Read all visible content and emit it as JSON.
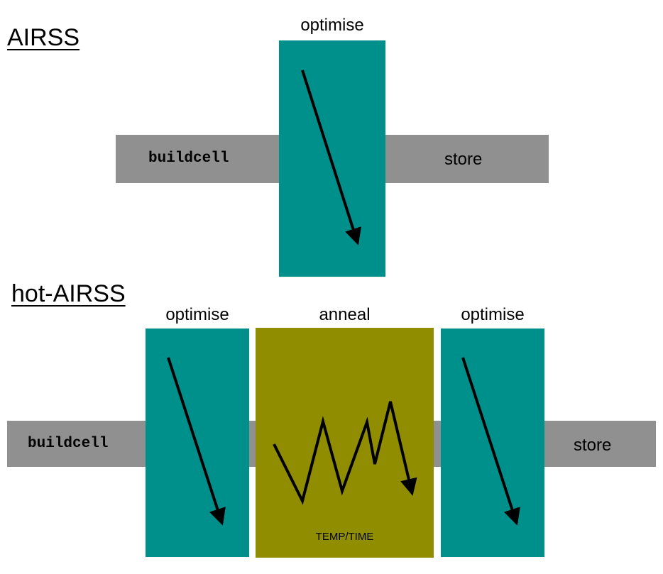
{
  "airss": {
    "title": "AIRSS",
    "buildcell": "buildcell",
    "optimise": "optimise",
    "store": "store"
  },
  "hot_airss": {
    "title": "hot-AIRSS",
    "buildcell": "buildcell",
    "optimise_1": "optimise",
    "anneal": "anneal",
    "anneal_axis_label": "TEMP/TIME",
    "optimise_2": "optimise",
    "store": "store"
  },
  "colors": {
    "pipeline_bar": "#909090",
    "optimise_box": "#00908c",
    "anneal_box": "#908e00",
    "arrow": "#000000"
  }
}
